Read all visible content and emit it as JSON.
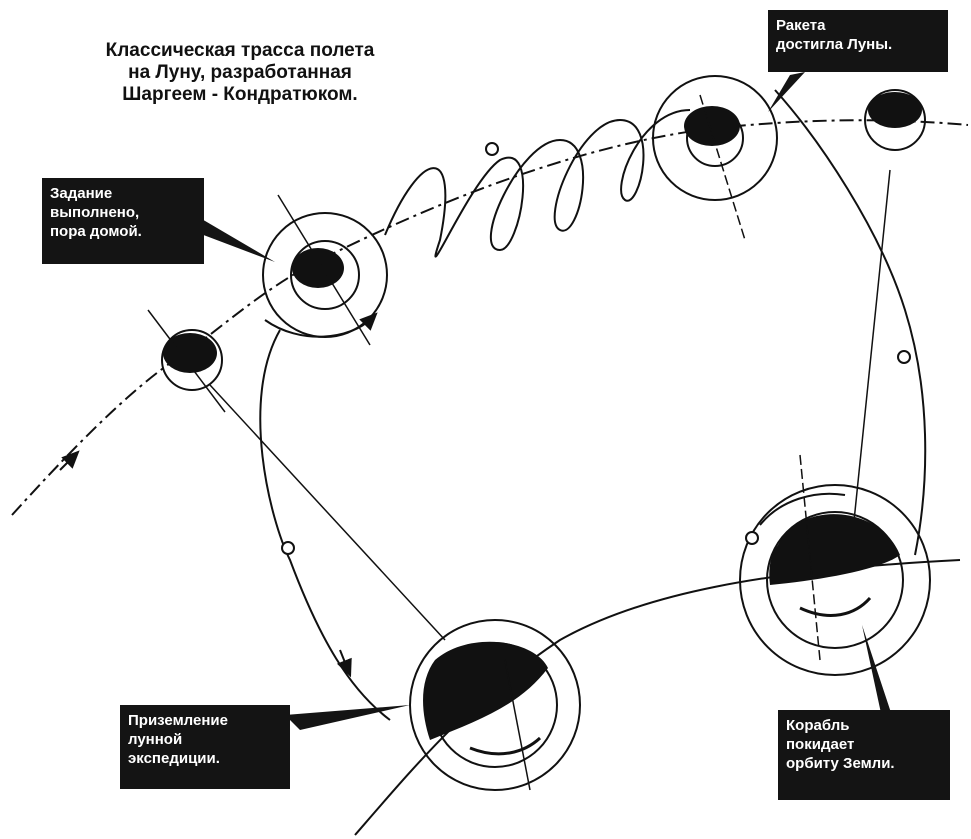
{
  "title": {
    "lines": [
      "Классическая трасса полета",
      "на Луну, разработанная",
      "Шаргеем - Кондратюком."
    ]
  },
  "callouts": {
    "task_done": {
      "lines": [
        "Задание",
        "выполнено,",
        "пора домой."
      ]
    },
    "rocket_reached": {
      "lines": [
        "Ракета",
        "достигла Луны."
      ]
    },
    "landing": {
      "lines": [
        "Приземление",
        "лунной",
        "экспедиции."
      ]
    },
    "ship_leaves": {
      "lines": [
        "Корабль",
        "покидает",
        "орбиту Земли."
      ]
    }
  },
  "colors": {
    "ink": "#111111",
    "callout_bg": "#141414",
    "callout_text": "#ffffff",
    "background": "#ffffff"
  }
}
